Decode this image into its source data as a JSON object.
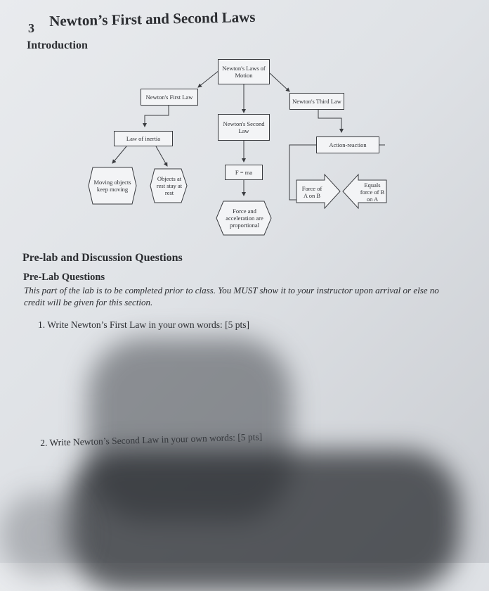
{
  "header": {
    "section_number": "3",
    "section_title": "Newton’s First and Second Laws",
    "intro_heading": "Introduction"
  },
  "diagram": {
    "root": "Newton's Laws of Motion",
    "first_law": "Newton's First Law",
    "second_law": "Newton's Second Law",
    "third_law": "Newton's Third Law",
    "inertia": "Law of inertia",
    "moving": "Moving objects keep moving",
    "rest": "Objects at rest stay at rest",
    "fma": "F = ma",
    "proportional": "Force and acceleration are proportional",
    "action_reaction": "Action-reaction",
    "force_a_on_b": "Force of A on B",
    "equals_force": "Equals force of B on A"
  },
  "prelab": {
    "heading": "Pre-lab and Discussion Questions",
    "subheading": "Pre-Lab Questions",
    "instructions": "This part of the lab is to be completed prior to class. You MUST show it to your instructor upon arrival or else no credit will be given for this section.",
    "q1": "1. Write Newton’s First Law in your own words: [5 pts]",
    "q2": "2. Write Newton’s Second Law in your own words: [5 pts]"
  }
}
